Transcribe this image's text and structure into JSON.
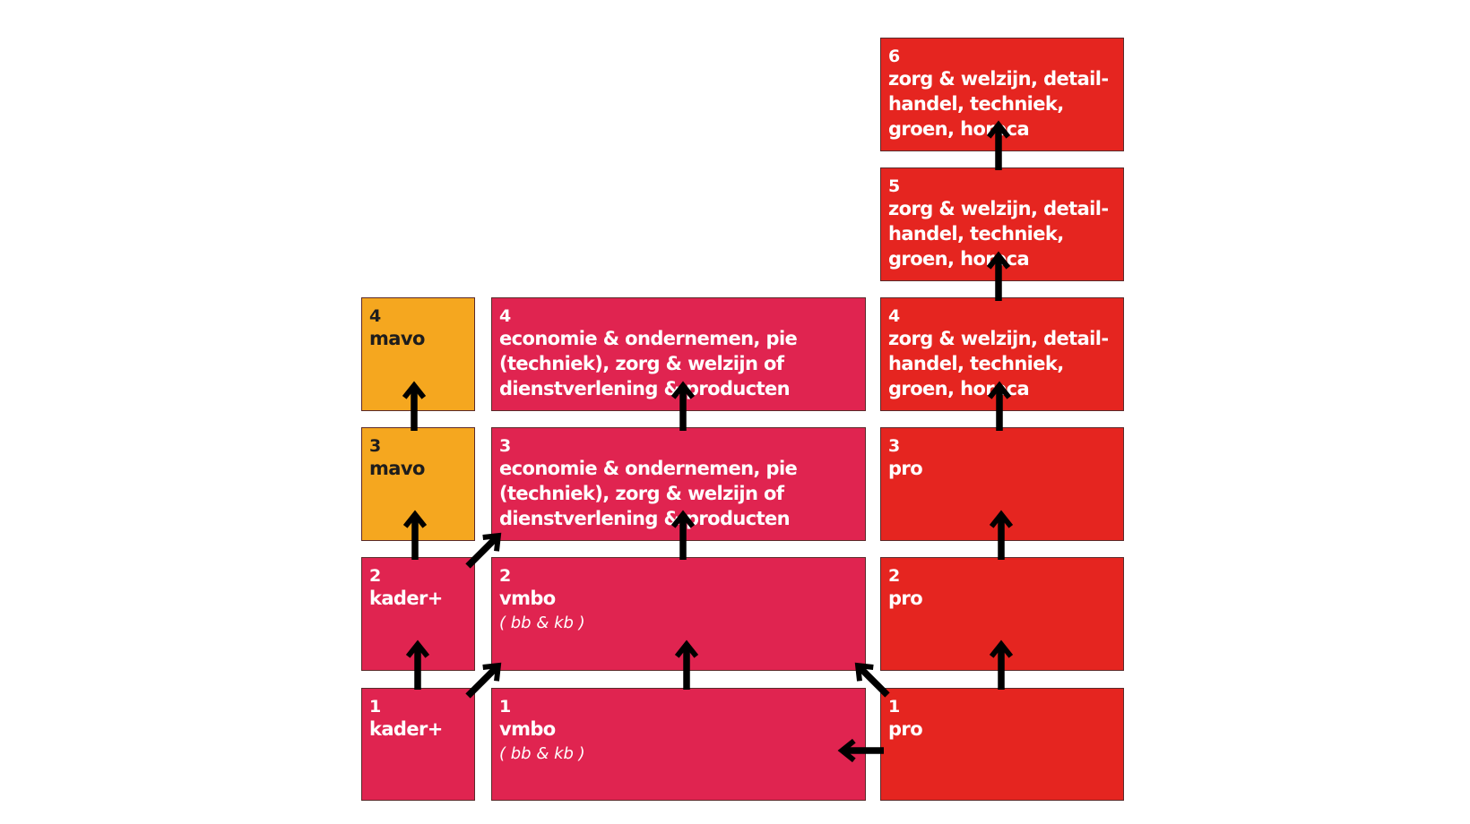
{
  "colors": {
    "kader": "#e02450",
    "vmbo": "#e02450",
    "pro": "#e52520",
    "mavo": "#f5a71f",
    "arrow": "#000000"
  },
  "boxes": {
    "kader1": {
      "num": "1",
      "label": "kader+"
    },
    "kader2": {
      "num": "2",
      "label": "kader+"
    },
    "mavo3": {
      "num": "3",
      "label": "mavo"
    },
    "mavo4": {
      "num": "4",
      "label": "mavo"
    },
    "vmbo1": {
      "num": "1",
      "label": "vmbo",
      "sub": "( bb & kb )"
    },
    "vmbo2": {
      "num": "2",
      "label": "vmbo",
      "sub": "( bb & kb )"
    },
    "vmbo3": {
      "num": "3",
      "label": "economie & ondernemen, pie (techniek), zorg & welzijn of dienstverlening & producten"
    },
    "vmbo4": {
      "num": "4",
      "label": "economie & ondernemen, pie (techniek), zorg & welzijn of dienstverlening & producten"
    },
    "pro1": {
      "num": "1",
      "label": "pro"
    },
    "pro2": {
      "num": "2",
      "label": "pro"
    },
    "pro3": {
      "num": "3",
      "label": "pro"
    },
    "pro4": {
      "num": "4",
      "label": "zorg & welzijn, detail-handel, techniek, groen, horeca"
    },
    "pro5": {
      "num": "5",
      "label": "zorg & welzijn, detail-handel, techniek, groen, horeca"
    },
    "pro6": {
      "num": "6",
      "label": "zorg & welzijn, detail-handel, techniek, groen, horeca"
    }
  }
}
